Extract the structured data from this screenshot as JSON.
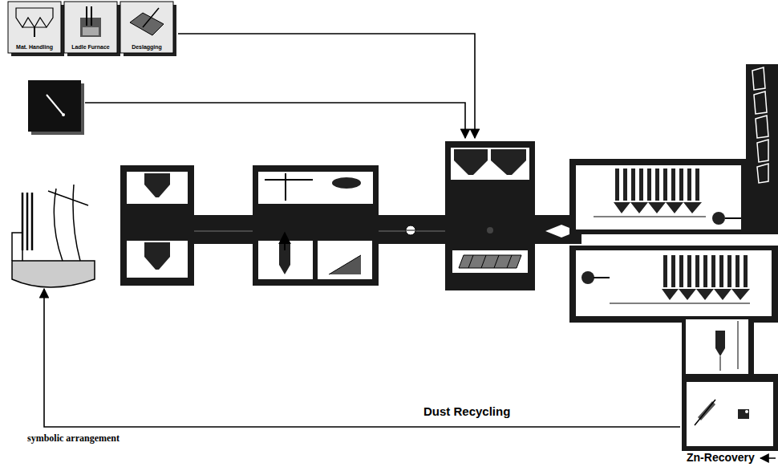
{
  "diagram": {
    "nodes": [
      {
        "text": [
          "Mat. Handling"
        ]
      },
      {
        "text": [
          "Ladle Furnace"
        ]
      },
      {
        "text": [
          "Deslagging"
        ]
      }
    ],
    "labels": [
      "Dust Recycling",
      "symbolic arrangement",
      "Zn-Recovery"
    ]
  }
}
